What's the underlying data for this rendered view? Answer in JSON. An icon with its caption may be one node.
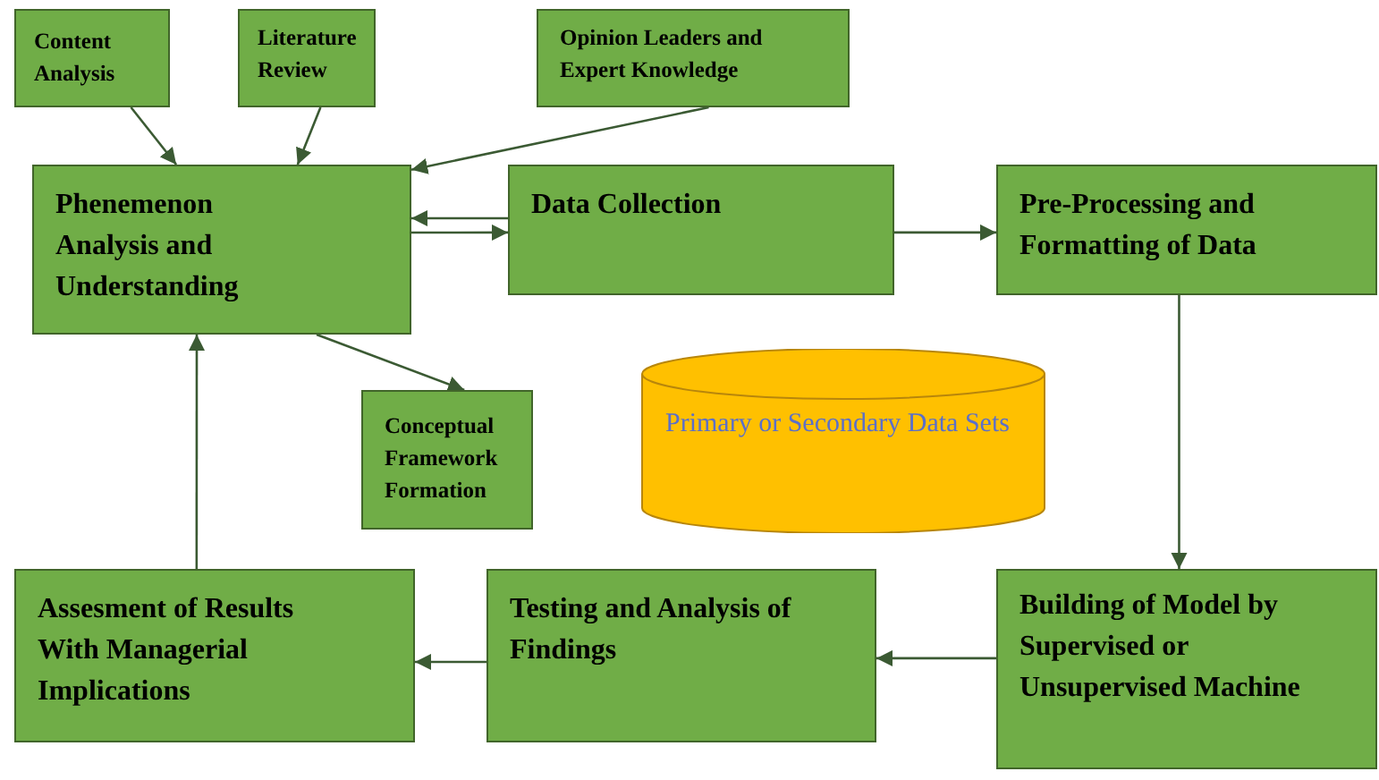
{
  "diagram": {
    "nodes": [
      {
        "text": [
          "Content Analysis"
        ]
      },
      {
        "text": [
          "Literature Review"
        ]
      },
      {
        "text": [
          "Opinion Leaders and Expert Knowledge"
        ]
      },
      {
        "text": [
          "Phenemenon Analysis and Understanding"
        ]
      },
      {
        "text": [
          "Data Collection"
        ]
      },
      {
        "text": [
          "Pre-Processing and Formatting of Data"
        ]
      },
      {
        "text": [
          "Conceptual Framework Formation"
        ]
      },
      {
        "text": [
          "Primary or Secondary Data Sets"
        ]
      },
      {
        "text": [
          "Assesment of Results With Managerial Implications"
        ]
      },
      {
        "text": [
          "Testing and Analysis of Findings"
        ]
      },
      {
        "text": [
          "Building of Model by Supervised or Unsupervised Machine"
        ]
      }
    ],
    "edges": [
      {
        "from": 0,
        "to": 3,
        "arrow": "to"
      },
      {
        "from": 1,
        "to": 3,
        "arrow": "to"
      },
      {
        "from": 2,
        "to": 3,
        "arrow": "to"
      },
      {
        "from": 4,
        "to": 3,
        "arrow": "to"
      },
      {
        "from": 3,
        "to": 4,
        "arrow": "to"
      },
      {
        "from": 4,
        "to": 5,
        "arrow": "to"
      },
      {
        "from": 3,
        "to": 6,
        "arrow": "to"
      },
      {
        "from": 5,
        "to": 10,
        "arrow": "to"
      },
      {
        "from": 10,
        "to": 9,
        "arrow": "to"
      },
      {
        "from": 9,
        "to": 8,
        "arrow": "to"
      },
      {
        "from": 8,
        "to": 3,
        "arrow": "to"
      }
    ]
  }
}
